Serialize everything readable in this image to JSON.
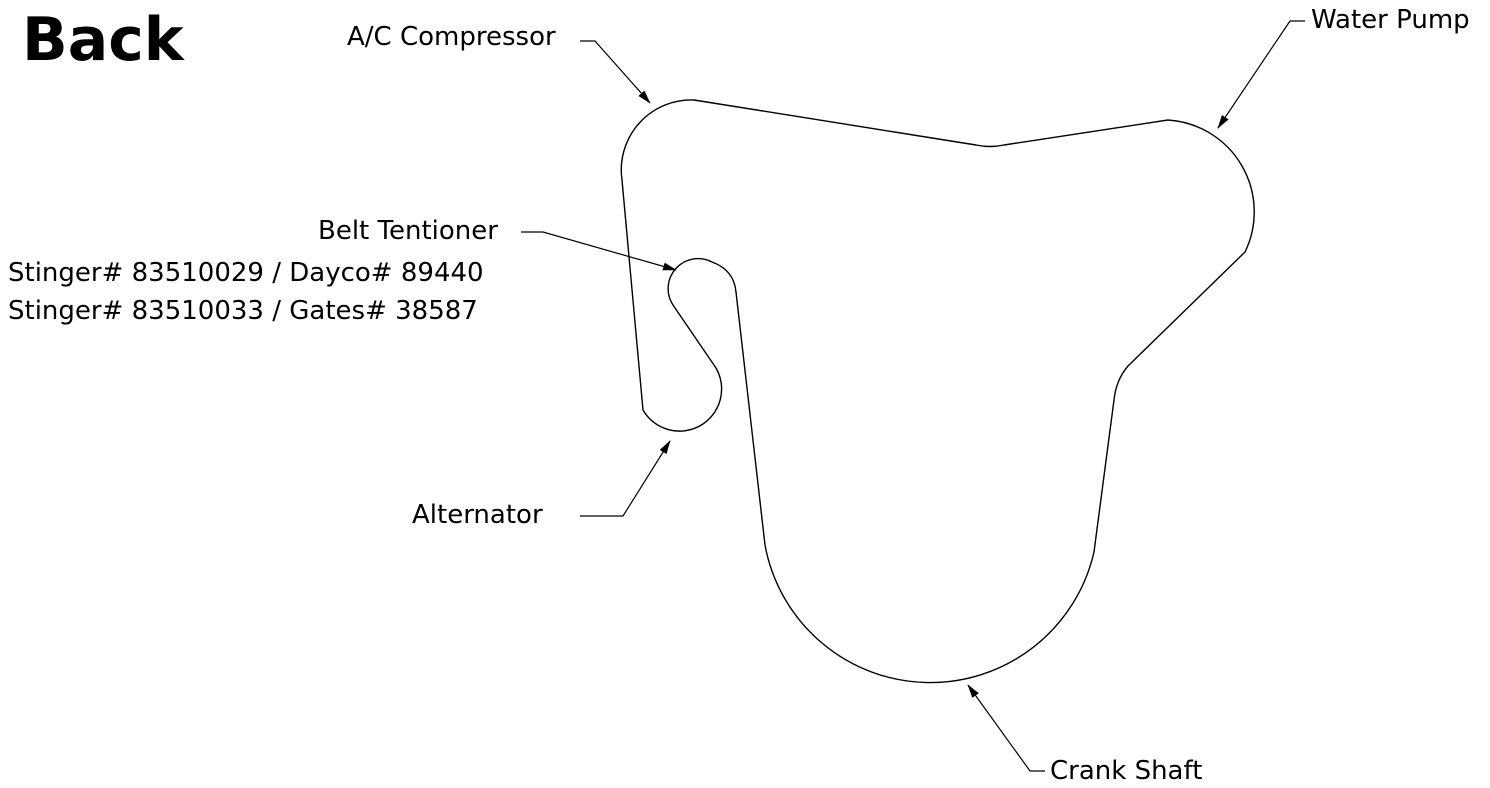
{
  "diagram": {
    "title": "Back",
    "labels": {
      "ac_compressor": "A/C Compressor",
      "water_pump": "Water Pump",
      "belt_tensioner": "Belt Tentioner",
      "alternator": "Alternator",
      "crank_shaft": "Crank Shaft"
    },
    "part_numbers": [
      "Stinger# 83510029 / Dayco# 89440",
      "Stinger# 83510033 / Gates# 38587"
    ]
  }
}
